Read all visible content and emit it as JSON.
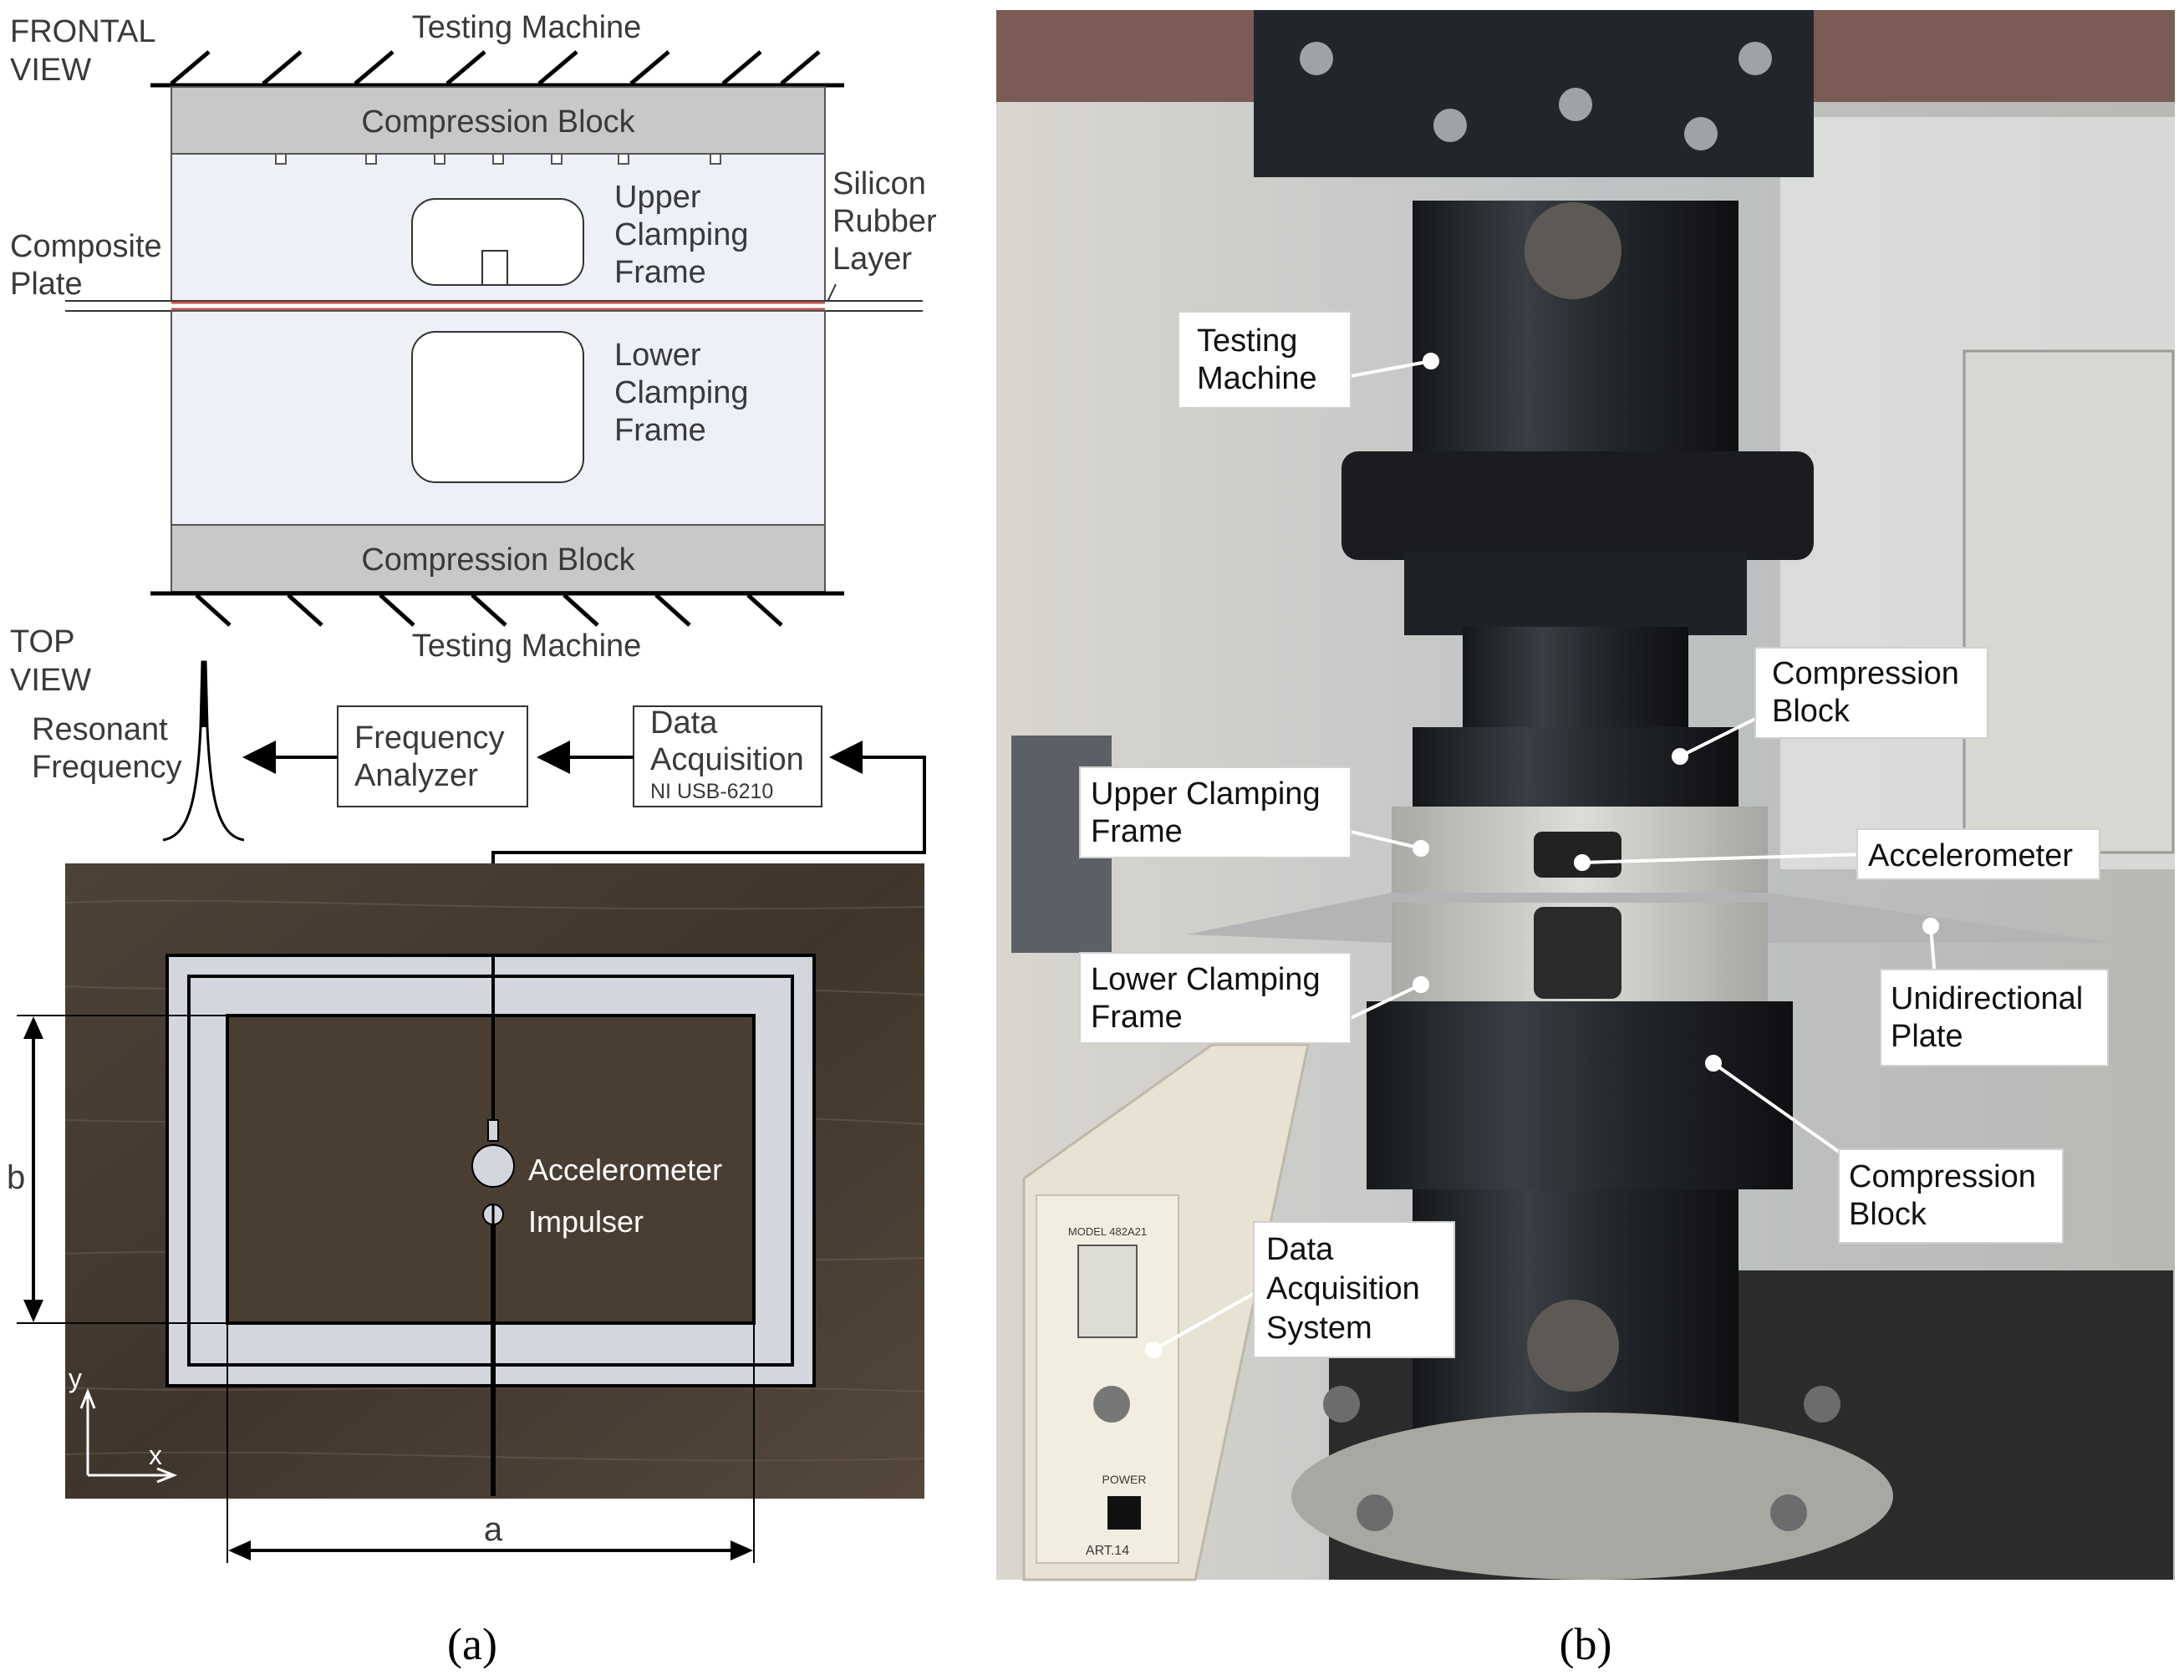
{
  "panel_a": {
    "frontal": {
      "view_label_1": "FRONTAL",
      "view_label_2": "VIEW",
      "testing_machine_top": "Testing Machine",
      "testing_machine_bottom": "Testing Machine",
      "compression_block_top": "Compression Block",
      "compression_block_bottom": "Compression Block",
      "upper_frame": [
        "Upper",
        "Clamping",
        "Frame"
      ],
      "lower_frame": [
        "Lower",
        "Clamping",
        "Frame"
      ],
      "composite_plate": [
        "Composite",
        "Plate"
      ],
      "silicon_rubber": [
        "Silicon",
        "Rubber",
        "Layer"
      ]
    },
    "top": {
      "view_label_1": "TOP",
      "view_label_2": "VIEW",
      "resonant": [
        "Resonant",
        "Frequency"
      ],
      "frequency_analyzer": [
        "Frequency",
        "Analyzer"
      ],
      "daq": [
        "Data",
        "Acquisition"
      ],
      "daq_model": "NI USB-6210",
      "accelerometer": "Accelerometer",
      "impulser": "Impulser",
      "dim_a": "a",
      "dim_b": "b",
      "axis_x": "x",
      "axis_y": "y"
    },
    "caption": "(a)"
  },
  "panel_b": {
    "callouts": {
      "testing_machine": [
        "Testing",
        "Machine"
      ],
      "compression_block_upper": [
        "Compression",
        "Block"
      ],
      "upper_clamping_frame": [
        "Upper Clamping",
        "Frame"
      ],
      "accelerometer": [
        "Accelerometer"
      ],
      "lower_clamping_frame": [
        "Lower Clamping",
        "Frame"
      ],
      "unidirectional_plate": [
        "Unidirectional",
        "Plate"
      ],
      "compression_block_lower": [
        "Compression",
        "Block"
      ],
      "data_acquisition_system": [
        "Data",
        "Acquisition",
        "System"
      ]
    },
    "device_labels": [
      "MODEL 482A21",
      "ART.14",
      "POWER"
    ],
    "caption": "(b)"
  },
  "colors": {
    "frame_fill": "#eef0f8",
    "block_fill": "#c8c8c8",
    "wood": "#4a3e33",
    "rubber": "#c0504d",
    "machine_black": "#1f2226",
    "steel": "#c9c9c9"
  }
}
